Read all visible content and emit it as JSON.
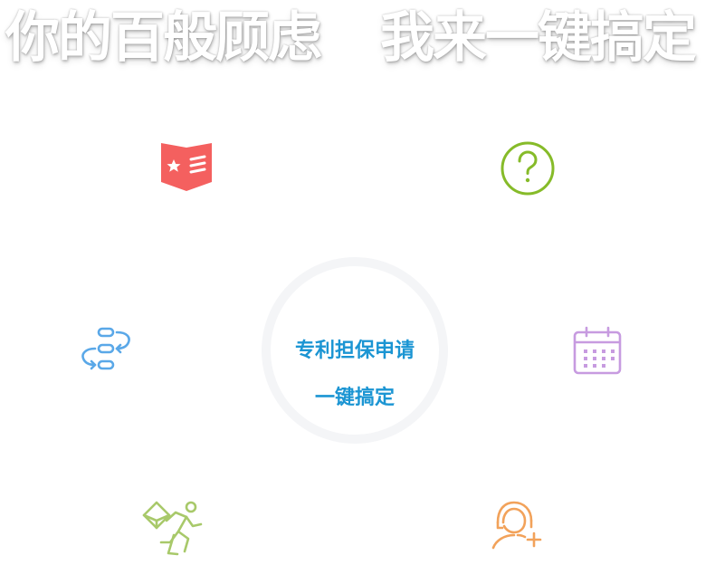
{
  "headline": {
    "left": "你的百般顾虑",
    "right": "我来一键搞定"
  },
  "center": {
    "line1": "专利担保申请",
    "line2": "一键搞定"
  },
  "icons": [
    {
      "name": "star-list-book-icon",
      "color": "#f4605f"
    },
    {
      "name": "question-circle-icon",
      "color": "#86bb29"
    },
    {
      "name": "process-flow-icon",
      "color": "#5aa8e8"
    },
    {
      "name": "calendar-icon",
      "color": "#c79be0"
    },
    {
      "name": "running-person-icon",
      "color": "#a8c96a"
    },
    {
      "name": "customer-service-icon",
      "color": "#f2a25a"
    }
  ]
}
